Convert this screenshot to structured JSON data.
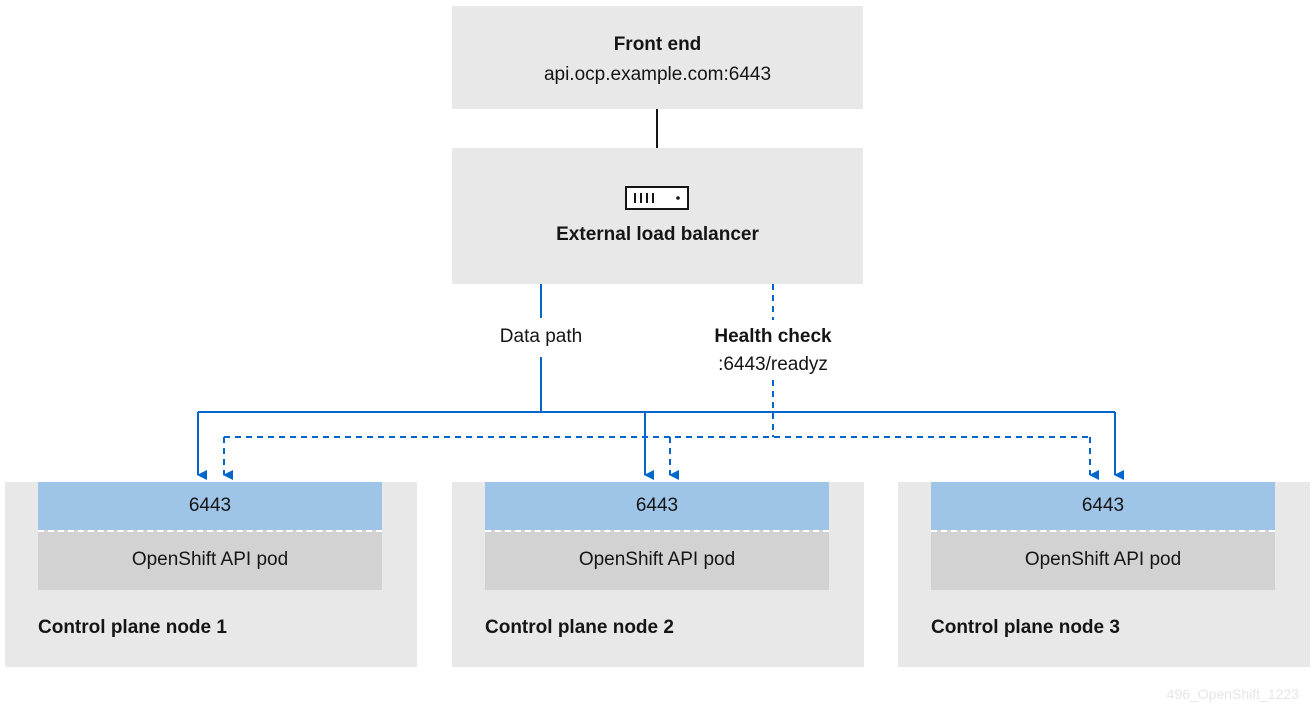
{
  "front_end": {
    "title": "Front end",
    "address": "api.ocp.example.com:6443"
  },
  "load_balancer": {
    "title": "External load balancer",
    "icon": "server-icon"
  },
  "data_path": {
    "label": "Data path"
  },
  "health_check": {
    "label": "Health check",
    "endpoint": ":6443/readyz"
  },
  "nodes": [
    {
      "port": "6443",
      "pod": "OpenShift API pod",
      "title": "Control plane node 1"
    },
    {
      "port": "6443",
      "pod": "OpenShift API pod",
      "title": "Control plane node 2"
    },
    {
      "port": "6443",
      "pod": "OpenShift API pod",
      "title": "Control plane node 3"
    }
  ],
  "watermark": "496_OpenShift_1223",
  "colors": {
    "box": "#e8e8e8",
    "port": "#9ec4e8",
    "pod": "#d2d2d2",
    "arrow": "#0066cc",
    "line": "#151515"
  }
}
